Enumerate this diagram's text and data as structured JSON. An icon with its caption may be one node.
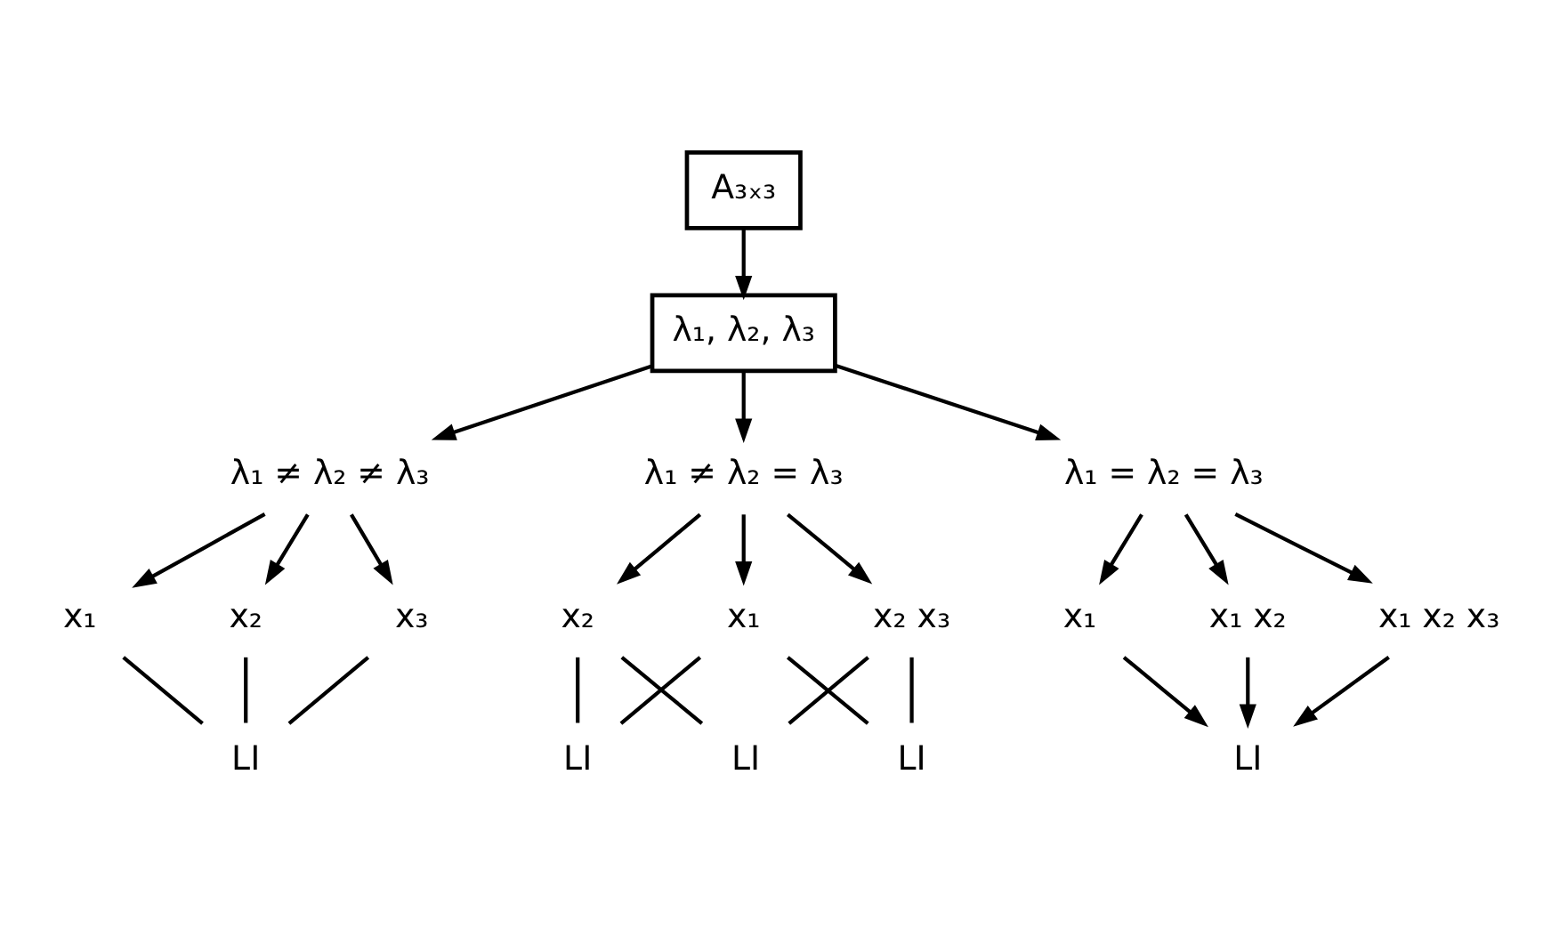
{
  "diagram": {
    "nodes": [
      {
        "text": [
          "A₃ₓ₃"
        ]
      },
      {
        "text": [
          "λ₁, λ₂, λ₃"
        ]
      },
      {
        "text": [
          "λ₁ ≠ λ₂ ≠ λ₃"
        ]
      },
      {
        "text": [
          "λ₁ ≠ λ₂ = λ₃"
        ]
      },
      {
        "text": [
          "λ₁ = λ₂ = λ₃"
        ]
      },
      {
        "text": [
          "x₁"
        ]
      },
      {
        "text": [
          "x₂"
        ]
      },
      {
        "text": [
          "x₃"
        ]
      },
      {
        "text": [
          "LI"
        ]
      },
      {
        "text": [
          "x₁"
        ]
      },
      {
        "text": [
          "x₂"
        ]
      },
      {
        "text": [
          "x₂ x₃"
        ]
      },
      {
        "text": [
          "LI"
        ]
      },
      {
        "text": [
          "LI"
        ]
      },
      {
        "text": [
          "LI"
        ]
      },
      {
        "text": [
          "x₁"
        ]
      },
      {
        "text": [
          "x₁ x₂"
        ]
      },
      {
        "text": [
          "x₁ x₂ x₃"
        ]
      },
      {
        "text": [
          "LI"
        ]
      }
    ],
    "edges": [
      {
        "from": 0,
        "to": 1,
        "arrow": "to"
      },
      {
        "from": 1,
        "to": 2,
        "arrow": "to"
      },
      {
        "from": 1,
        "to": 3,
        "arrow": "to"
      },
      {
        "from": 1,
        "to": 4,
        "arrow": "to"
      },
      {
        "from": 2,
        "to": 5,
        "arrow": "to"
      },
      {
        "from": 2,
        "to": 6,
        "arrow": "to"
      },
      {
        "from": 2,
        "to": 7,
        "arrow": "to"
      },
      {
        "from": 5,
        "to": 8,
        "arrow": "none"
      },
      {
        "from": 6,
        "to": 8,
        "arrow": "none"
      },
      {
        "from": 7,
        "to": 8,
        "arrow": "none"
      },
      {
        "from": 3,
        "to": 9,
        "arrow": "to"
      },
      {
        "from": 3,
        "to": 10,
        "arrow": "to"
      },
      {
        "from": 3,
        "to": 11,
        "arrow": "to"
      },
      {
        "from": 9,
        "to": 12,
        "arrow": "none"
      },
      {
        "from": 9,
        "to": 13,
        "arrow": "none"
      },
      {
        "from": 10,
        "to": 12,
        "arrow": "none"
      },
      {
        "from": 10,
        "to": 14,
        "arrow": "none"
      },
      {
        "from": 11,
        "to": 13,
        "arrow": "none"
      },
      {
        "from": 11,
        "to": 14,
        "arrow": "none"
      },
      {
        "from": 4,
        "to": 15,
        "arrow": "to"
      },
      {
        "from": 4,
        "to": 16,
        "arrow": "to"
      },
      {
        "from": 4,
        "to": 17,
        "arrow": "to"
      },
      {
        "from": 15,
        "to": 18,
        "arrow": "to"
      },
      {
        "from": 16,
        "to": 18,
        "arrow": "to"
      },
      {
        "from": 17,
        "to": 18,
        "arrow": "to"
      }
    ]
  }
}
